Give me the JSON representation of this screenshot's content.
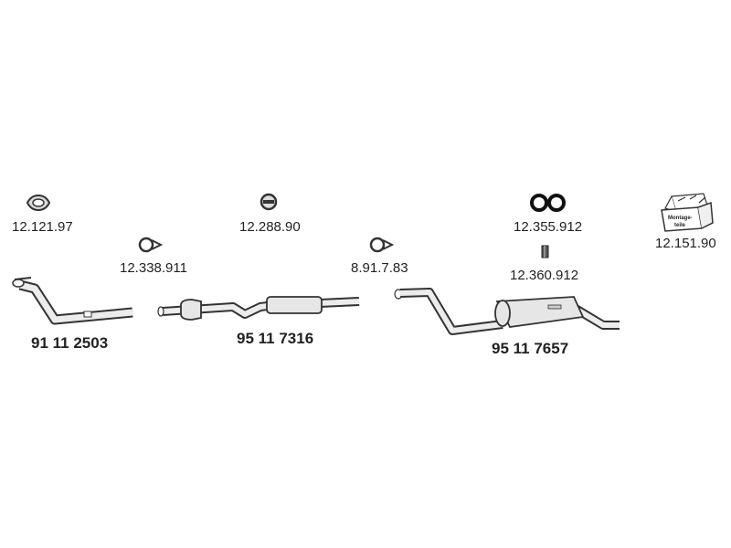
{
  "parts": {
    "gasket_front": {
      "number": "12.121.97",
      "icon": "flange-gasket-icon"
    },
    "clamp_front": {
      "number": "12.338.911",
      "icon": "pipe-clamp-icon"
    },
    "front_pipe": {
      "number": "91 11 2503",
      "icon": "front-pipe-icon"
    },
    "gasket_oval": {
      "number": "12.288.90",
      "icon": "oval-gasket-icon"
    },
    "middle_section": {
      "number": "95 11 7316",
      "icon": "catalytic-converter-icon"
    },
    "clamp_rear": {
      "number": "8.91.7.83",
      "icon": "pipe-clamp-icon"
    },
    "rubber_rings": {
      "number": "12.355.912",
      "icon": "rubber-ring-icon"
    },
    "rubber_hanger": {
      "number": "12.360.912",
      "icon": "rubber-hanger-icon"
    },
    "rear_silencer": {
      "number": "95 11 7657",
      "icon": "rear-silencer-icon"
    },
    "mounting_kit": {
      "number": "12.151.90",
      "icon": "mounting-kit-box-icon",
      "box_text_1": "Montage-",
      "box_text_2": "teile"
    }
  },
  "colors": {
    "line": "#333333",
    "fill": "#e6e6e6",
    "dark": "#111111"
  }
}
